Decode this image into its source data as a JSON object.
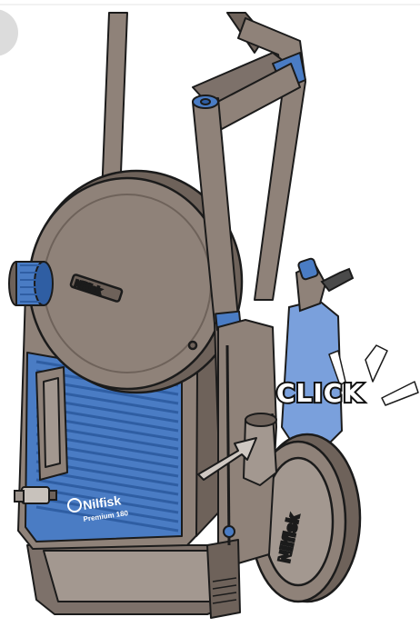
{
  "illustration": {
    "callout": "CLICK",
    "brand_logo": "Nilfisk",
    "model_label": "Premium 180",
    "reel_logo": "Nilfisk",
    "wheel_logo": "Nilfisk",
    "colors": {
      "body_taupe": "#8f8279",
      "body_taupe_dark": "#6e625a",
      "accent_blue": "#4a7cc4",
      "accent_blue_dark": "#2f5ea3",
      "bottle_blue": "#7aa0dc",
      "outline": "#1b1b1b"
    }
  }
}
